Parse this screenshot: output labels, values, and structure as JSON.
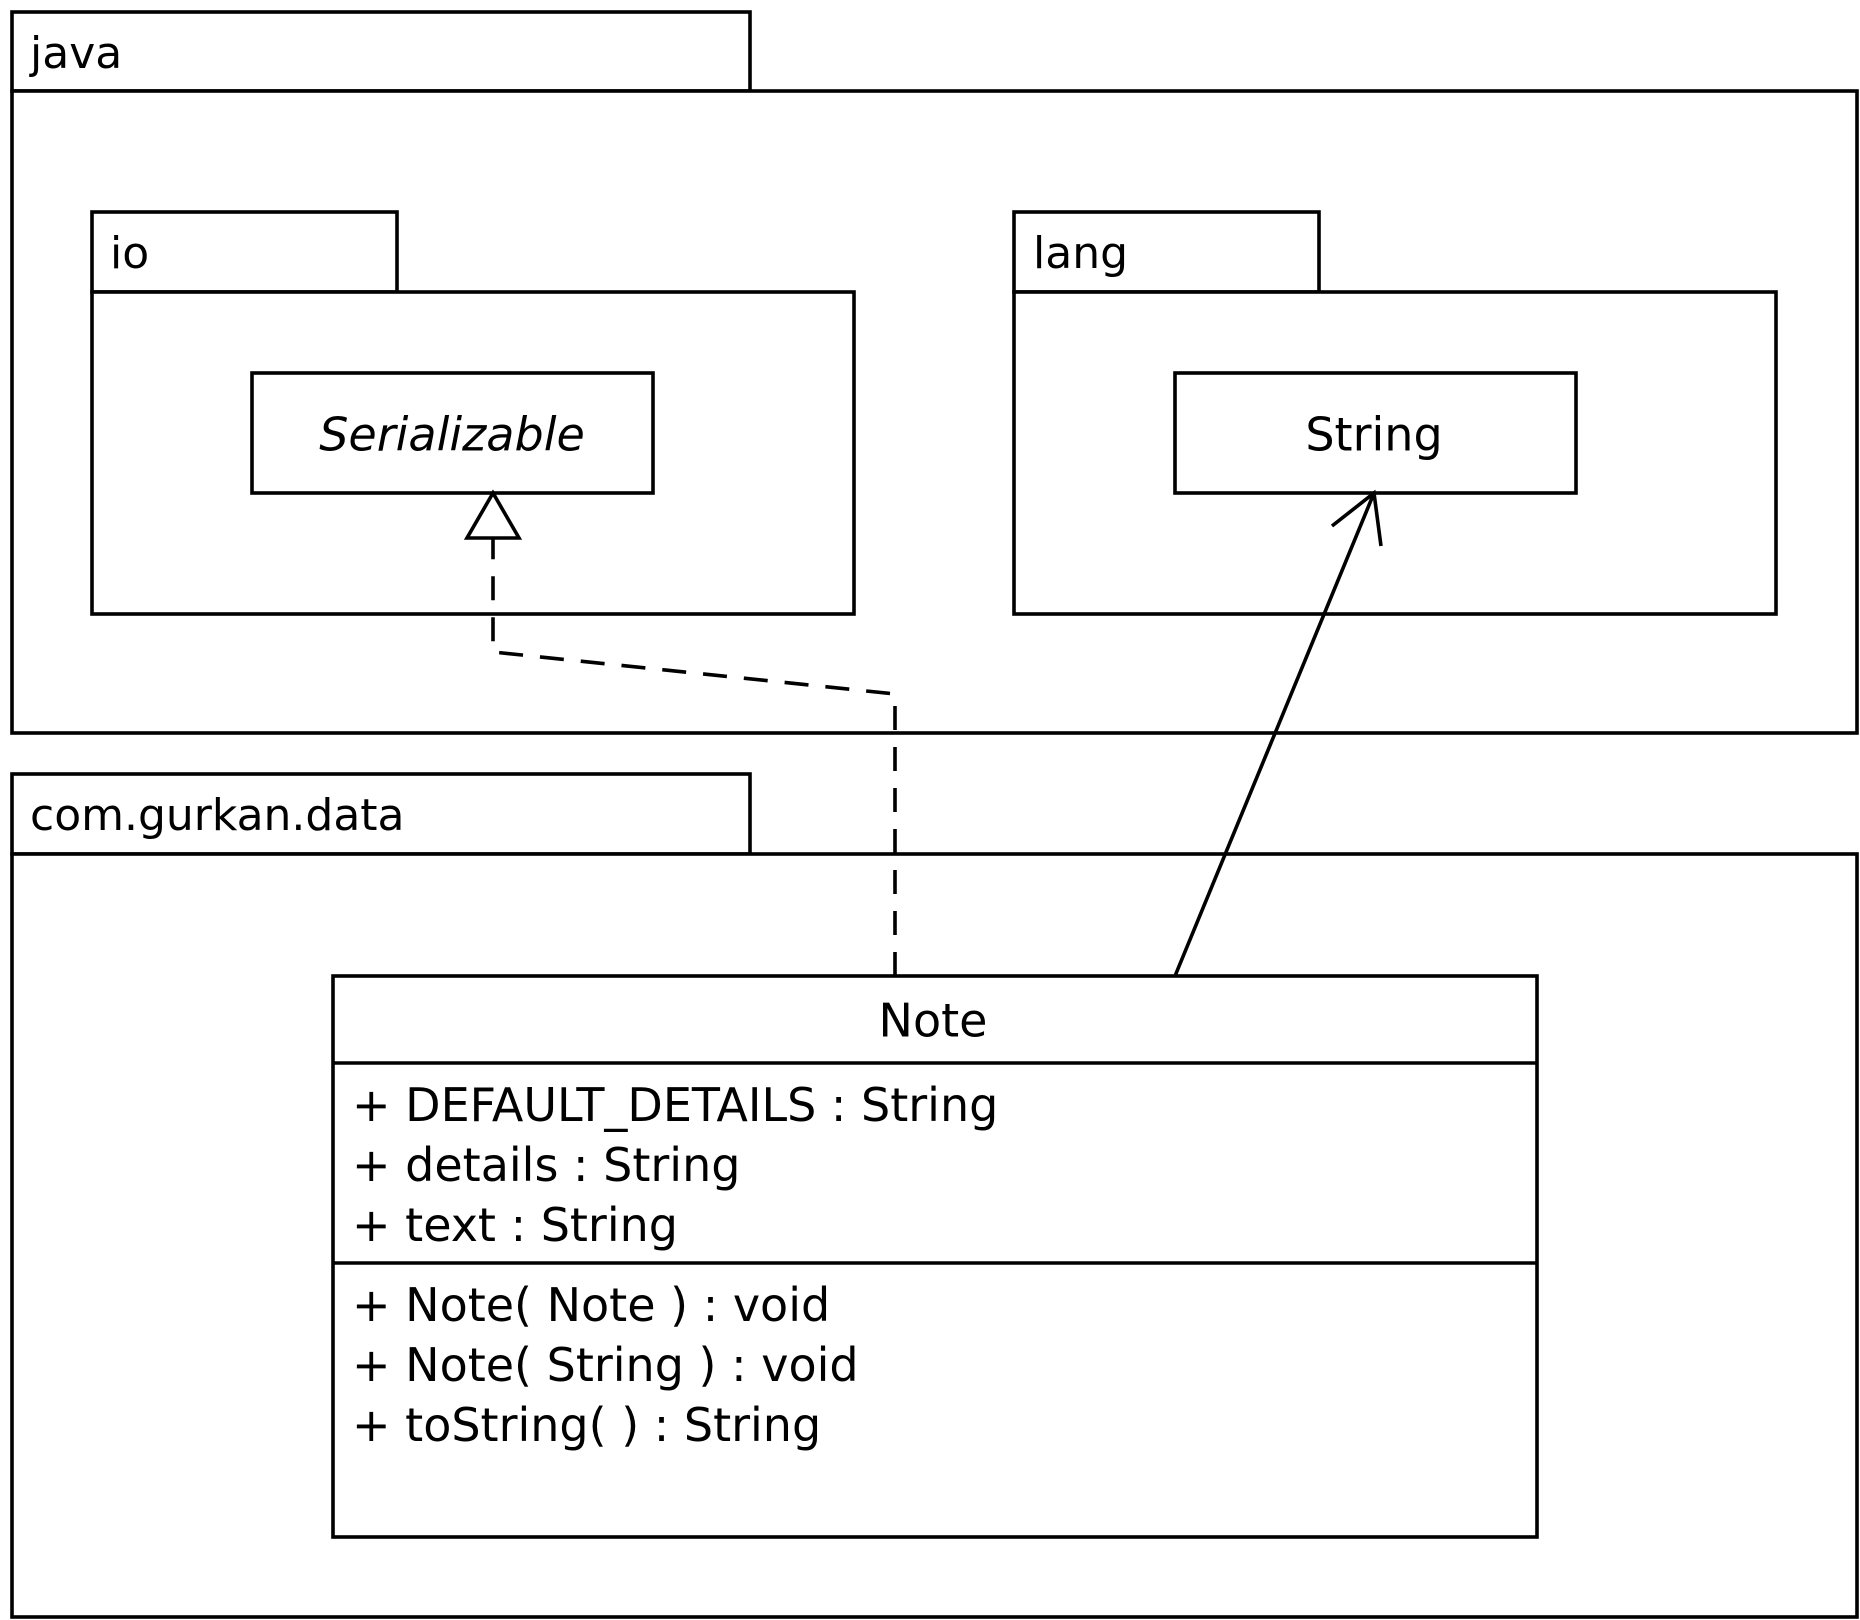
{
  "packages": {
    "java": {
      "label": "java"
    },
    "io": {
      "label": "io"
    },
    "lang": {
      "label": "lang"
    },
    "data": {
      "label": "com.gurkan.data"
    }
  },
  "classes": {
    "serializable": {
      "name": "Serializable"
    },
    "string": {
      "name": "String"
    },
    "note": {
      "name": "Note",
      "attributes": [
        "+ DEFAULT_DETAILS : String",
        "+ details : String",
        "+ text : String"
      ],
      "operations": [
        "+ Note( Note ) : void",
        "+ Note( String ) : void",
        "+ toString( ) : String"
      ]
    }
  },
  "relations": [
    {
      "type": "realization",
      "from": "Note",
      "to": "Serializable"
    },
    {
      "type": "association",
      "from": "Note",
      "to": "String"
    }
  ]
}
